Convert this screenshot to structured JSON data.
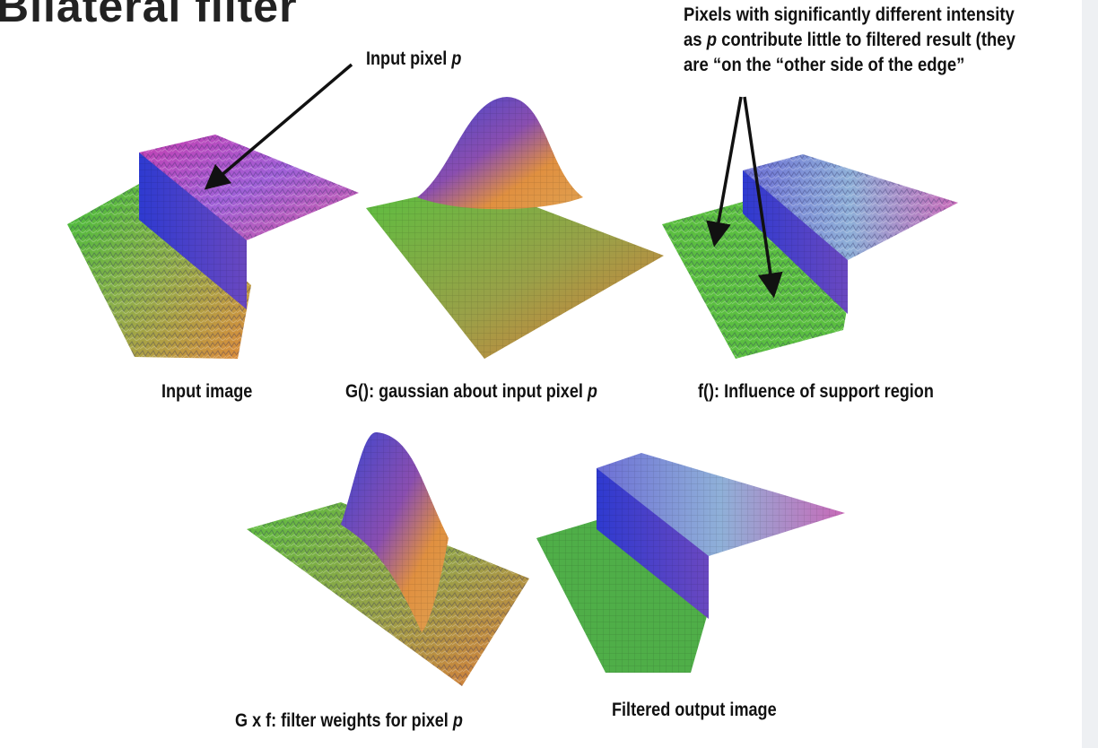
{
  "slide": {
    "title_fragment": "Bilateral filter"
  },
  "annotations": {
    "input_pixel": {
      "text": "Input pixel ",
      "var": "p"
    },
    "other_side": {
      "line1": "Pixels with significantly different intensity",
      "line2_pre": "as ",
      "line2_var": "p",
      "line2_post": " contribute little to filtered result (they",
      "line3": "are “on the “other side of the edge”"
    }
  },
  "captions": {
    "input_image": "Input image",
    "gaussian": {
      "text": "G(): gaussian about input pixel ",
      "var": "p"
    },
    "influence": "f(): Influence of support region",
    "weights": {
      "text": "G x f: filter weights for pixel ",
      "var": "p"
    },
    "output": "Filtered output image"
  },
  "colors": {
    "green": "#4cc63a",
    "blue": "#3c3cc8",
    "orange": "#e0963a",
    "magenta": "#c04fb4",
    "arrow": "#111111"
  }
}
